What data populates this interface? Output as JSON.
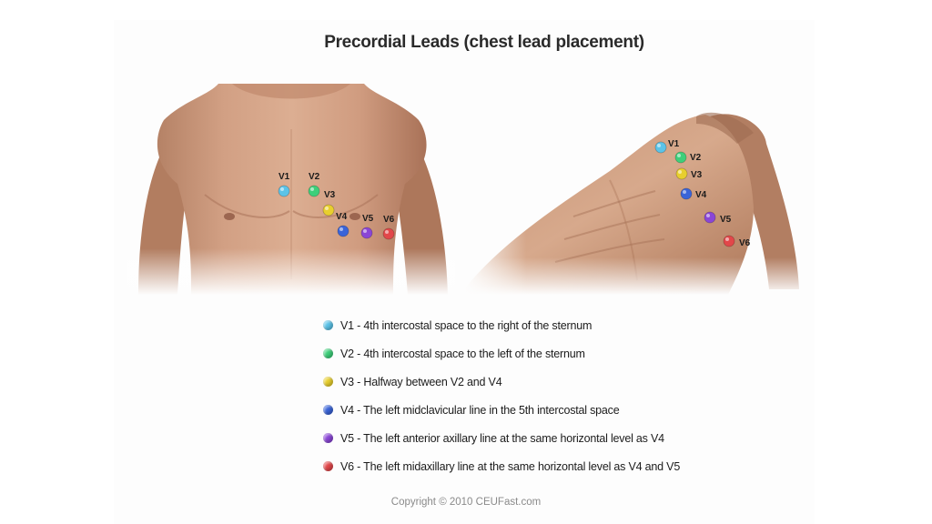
{
  "title": "Precordial Leads (chest lead placement)",
  "leads": [
    {
      "id": "V1",
      "color": "#5bc3e8",
      "description": "V1 - 4th intercostal space to the right of the sternum"
    },
    {
      "id": "V2",
      "color": "#3ecf7a",
      "description": "V2 - 4th intercostal space to the left of the sternum"
    },
    {
      "id": "V3",
      "color": "#e8cf2e",
      "description": "V3 - Halfway between V2 and V4"
    },
    {
      "id": "V4",
      "color": "#3a64d8",
      "description": "V4 - The left midclavicular line in the 5th intercostal space"
    },
    {
      "id": "V5",
      "color": "#8a46d6",
      "description": "V5 - The left anterior axillary line at the same horizontal level as V4"
    },
    {
      "id": "V6",
      "color": "#e2474a",
      "description": "V6 - The left midaxillary line at the same horizontal level as V4 and V5"
    }
  ],
  "copyright": "Copyright © 2010 CEUFast.com"
}
